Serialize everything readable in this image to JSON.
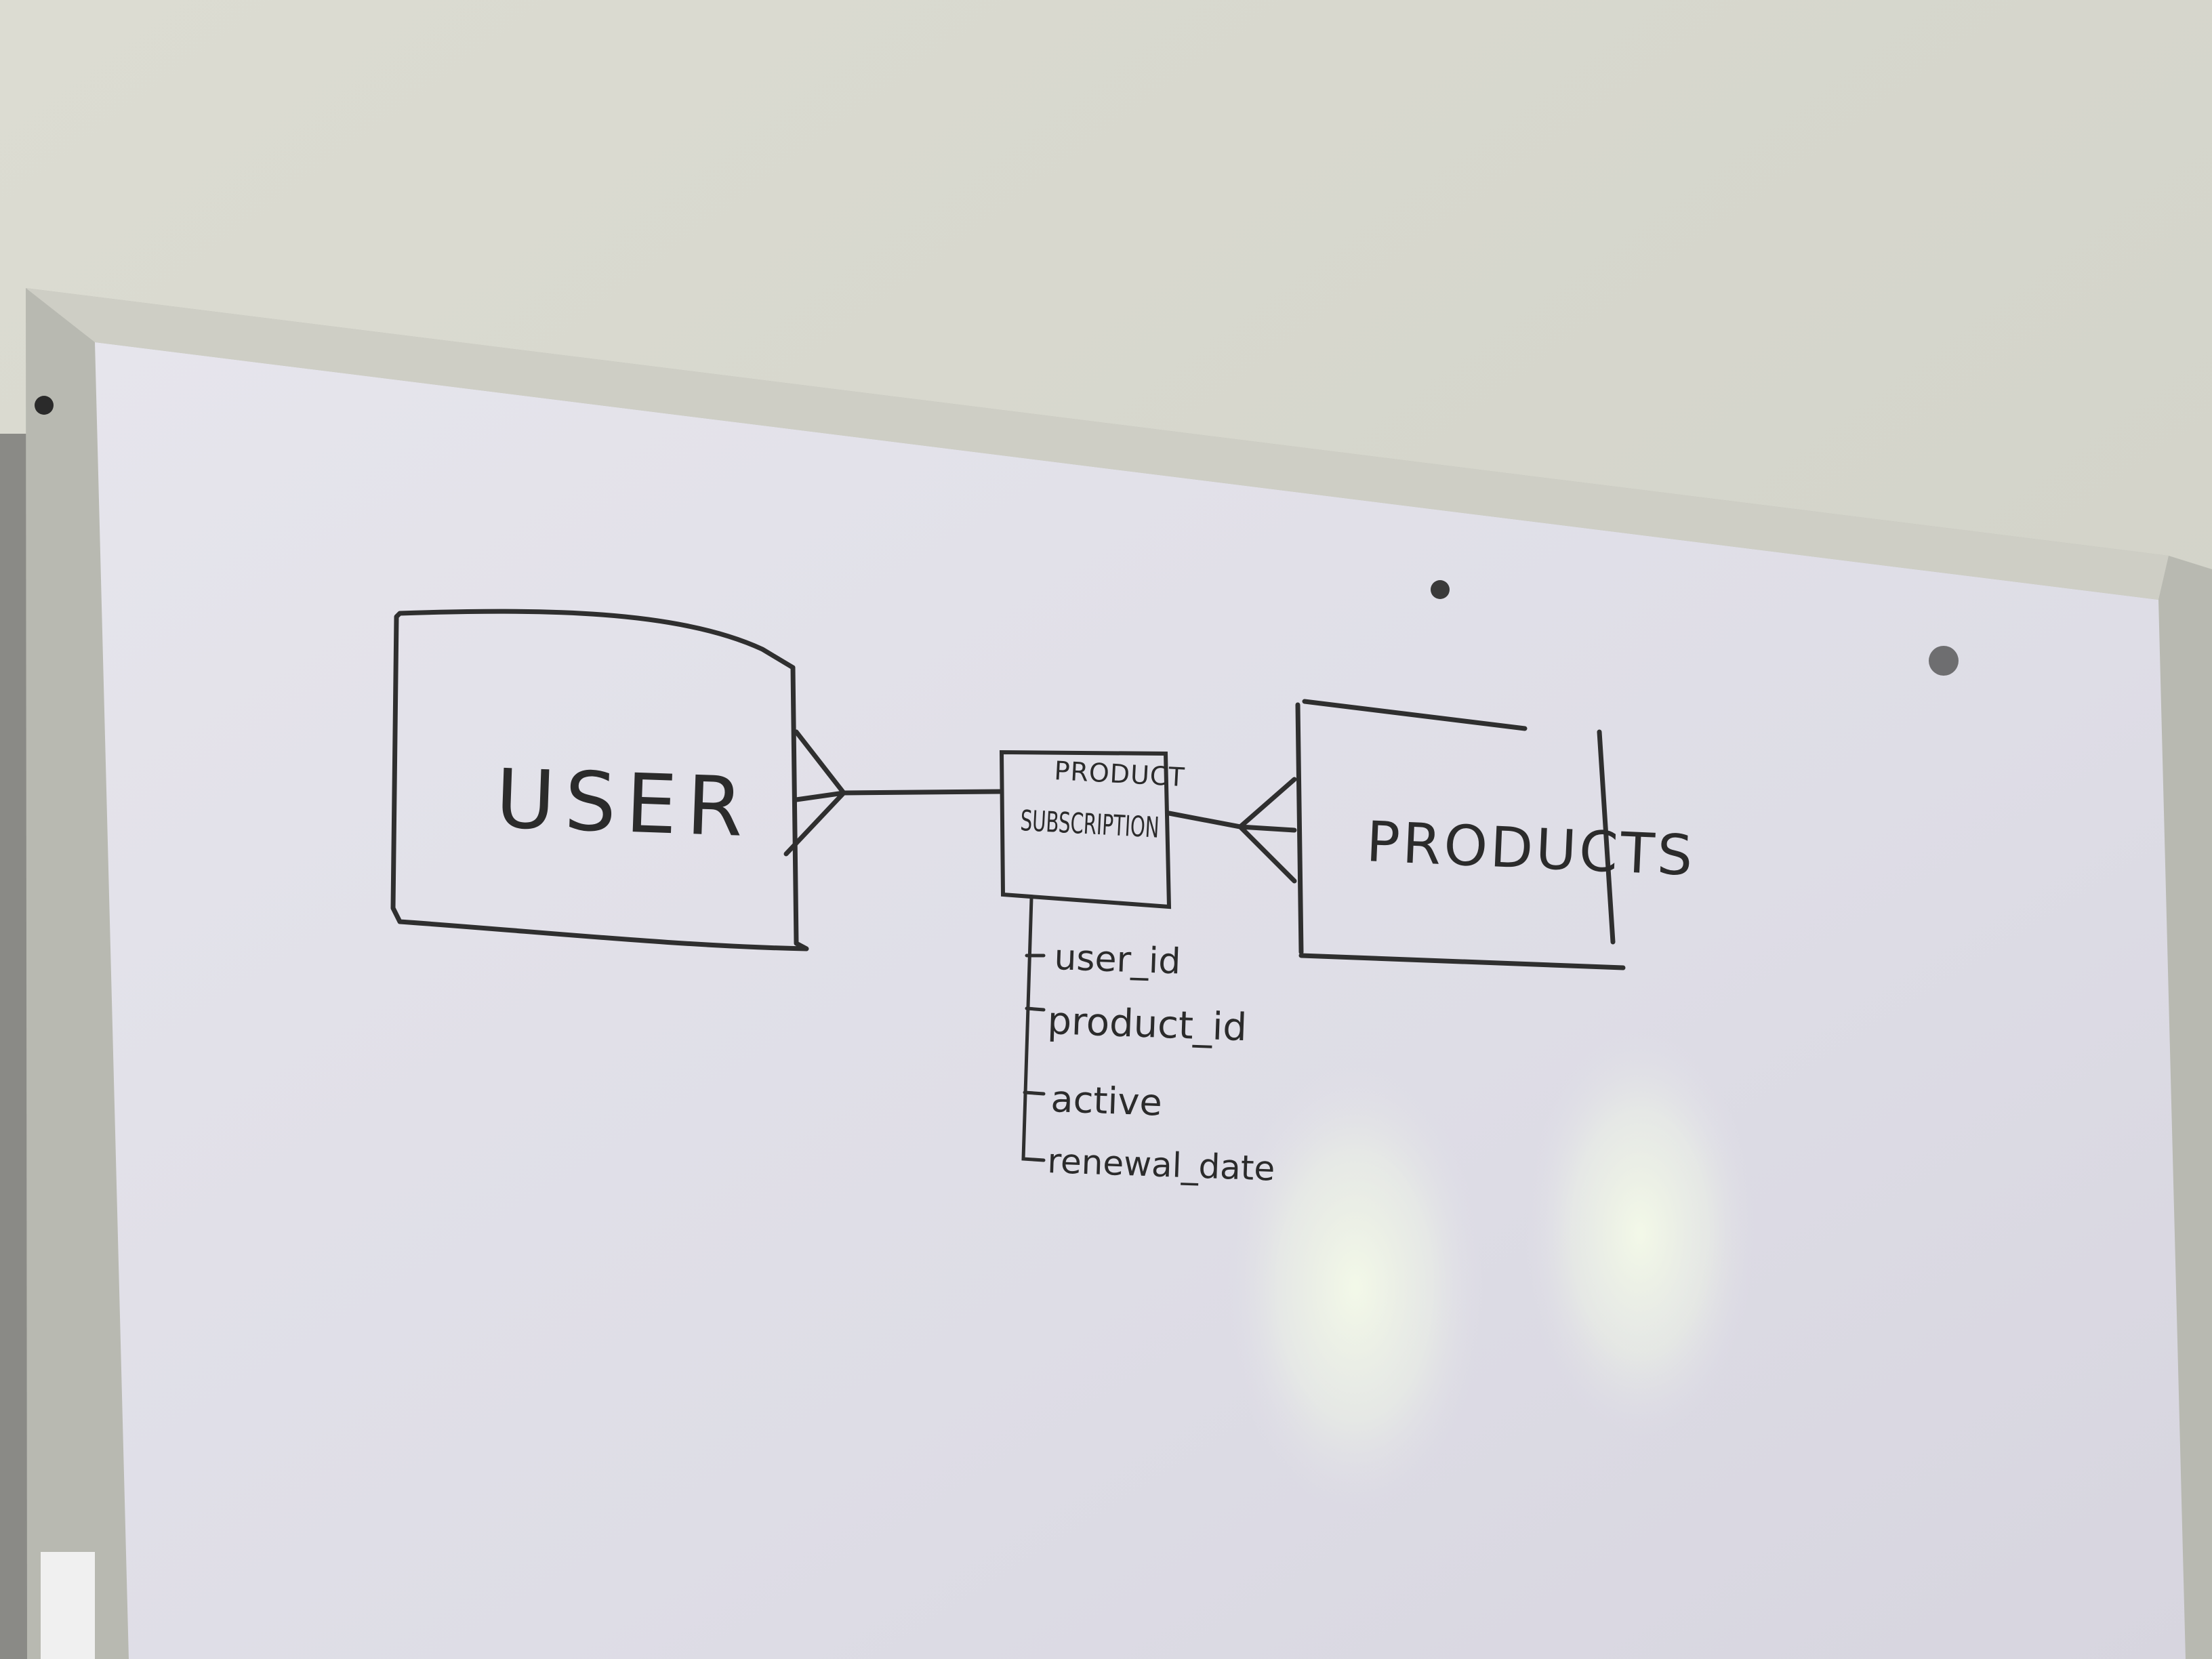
{
  "whiteboard": {
    "entities": {
      "user": {
        "label": "USER"
      },
      "junction": {
        "label_top": "PRODUCT",
        "label_main": "SUBSCRIPTION"
      },
      "products": {
        "label": "PRODUCTS"
      }
    },
    "fields": [
      {
        "label": "user_id"
      },
      {
        "label": "product_id"
      },
      {
        "label": "active"
      },
      {
        "label": "renewal_date"
      }
    ]
  },
  "colors": {
    "wall": "#d9d9cf",
    "board_surface": "#e4e2ea",
    "board_frame": "#b9bab2",
    "marker_ink": "#2b2b2b",
    "glare": "#f3f8ea"
  }
}
